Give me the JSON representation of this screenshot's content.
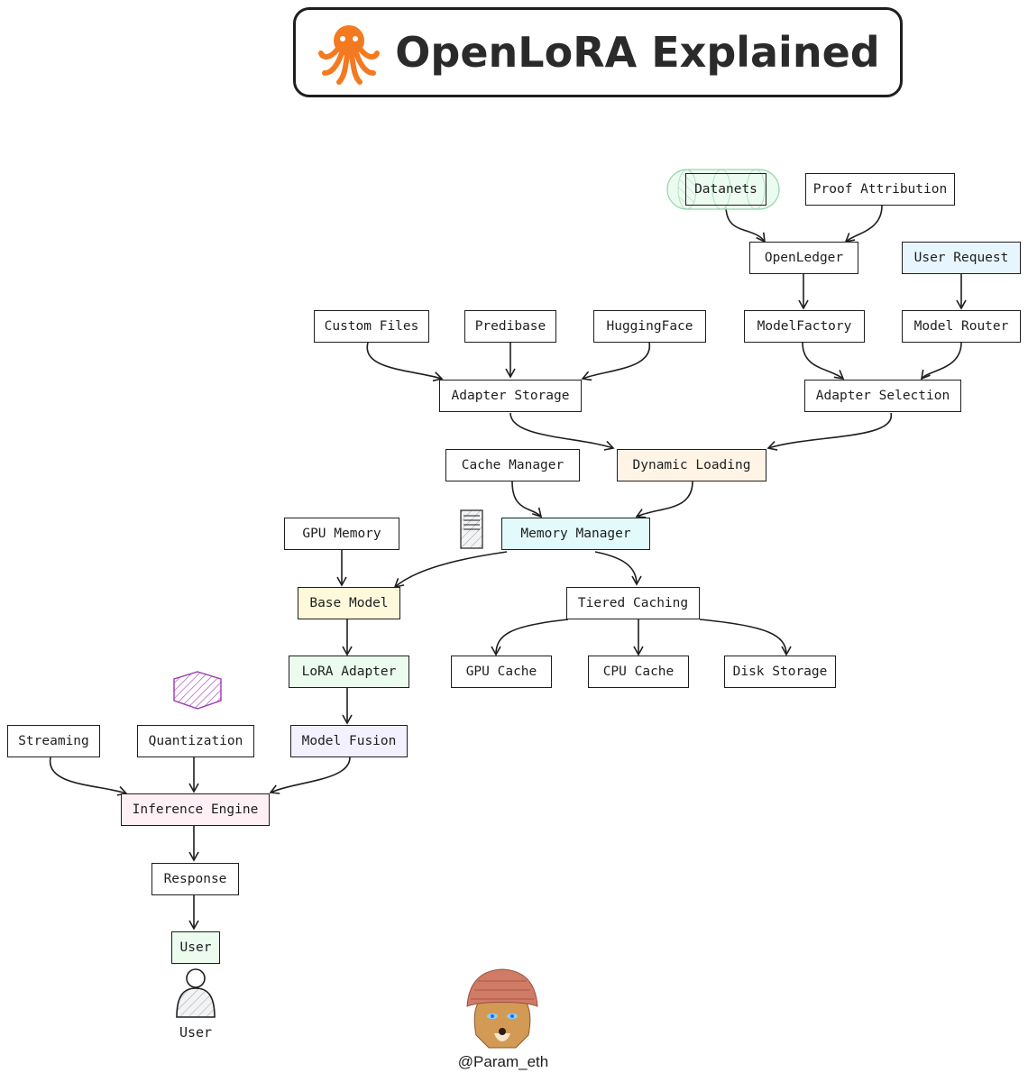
{
  "title": "OpenLoRA Explained",
  "logo_icon": "octopus-icon",
  "credit": "@Param_eth",
  "avatar_icon": "dog-with-knit-hat-avatar",
  "user_figure_label": "User",
  "colors": {
    "octopus": "#f47a21",
    "stroke": "#1e1e1e",
    "green": "#ebfbee",
    "blue": "#e7f5ff",
    "orange": "#fff4e6",
    "cyan": "#e3fafc",
    "yellow": "#fff9db",
    "violet": "#f3f0ff",
    "pink": "#fff0f6"
  },
  "nodes": {
    "datanets": "Datanets",
    "proof_attribution": "Proof Attribution",
    "openledger": "OpenLedger",
    "user_request": "User Request",
    "custom_files": "Custom Files",
    "predibase": "Predibase",
    "huggingface": "HuggingFace",
    "modelfactory": "ModelFactory",
    "model_router": "Model Router",
    "adapter_storage": "Adapter Storage",
    "adapter_selection": "Adapter Selection",
    "cache_manager": "Cache Manager",
    "dynamic_loading": "Dynamic Loading",
    "gpu_memory": "GPU Memory",
    "memory_manager": "Memory Manager",
    "base_model": "Base Model",
    "tiered_caching": "Tiered Caching",
    "lora_adapter": "LoRA Adapter",
    "gpu_cache": "GPU Cache",
    "cpu_cache": "CPU Cache",
    "disk_storage": "Disk Storage",
    "streaming": "Streaming",
    "quantization": "Quantization",
    "model_fusion": "Model Fusion",
    "inference_engine": "Inference Engine",
    "response": "Response",
    "user": "User"
  }
}
